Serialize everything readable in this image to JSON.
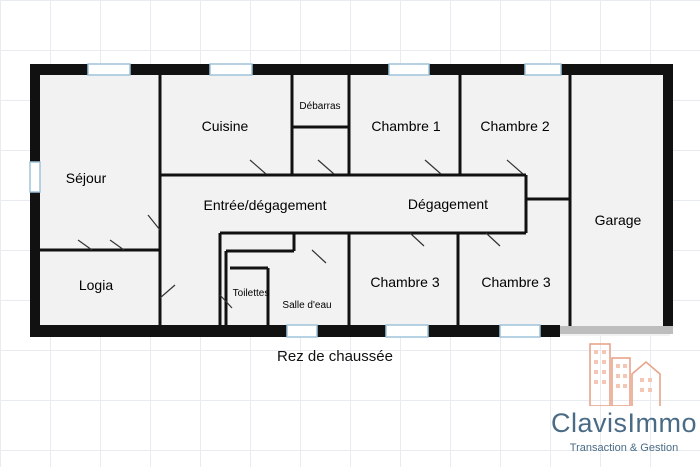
{
  "plan": {
    "title": "Rez de chaussée",
    "rooms": [
      {
        "id": "sejour",
        "label": "Séjour"
      },
      {
        "id": "cuisine",
        "label": "Cuisine"
      },
      {
        "id": "debarras",
        "label": "Débarras"
      },
      {
        "id": "chambre1",
        "label": "Chambre 1"
      },
      {
        "id": "chambre2",
        "label": "Chambre 2"
      },
      {
        "id": "entree",
        "label": "Entrée/dégagement"
      },
      {
        "id": "degagement",
        "label": "Dégagement"
      },
      {
        "id": "garage",
        "label": "Garage"
      },
      {
        "id": "logia",
        "label": "Logia"
      },
      {
        "id": "toilettes",
        "label": "Toilettes"
      },
      {
        "id": "salle-deau",
        "label": "Salle d'eau"
      },
      {
        "id": "chambre3a",
        "label": "Chambre 3"
      },
      {
        "id": "chambre3b",
        "label": "Chambre 3"
      }
    ]
  },
  "logo": {
    "name": "ClavisImmo",
    "tagline": "Transaction & Gestion",
    "colors": {
      "text": "#4a6b86",
      "accent": "#e8a48a"
    }
  },
  "colors": {
    "wall": "#111111",
    "floor": "#f2f2f2",
    "window": "#9fc3da",
    "garage_door": "#bdbdbd"
  }
}
